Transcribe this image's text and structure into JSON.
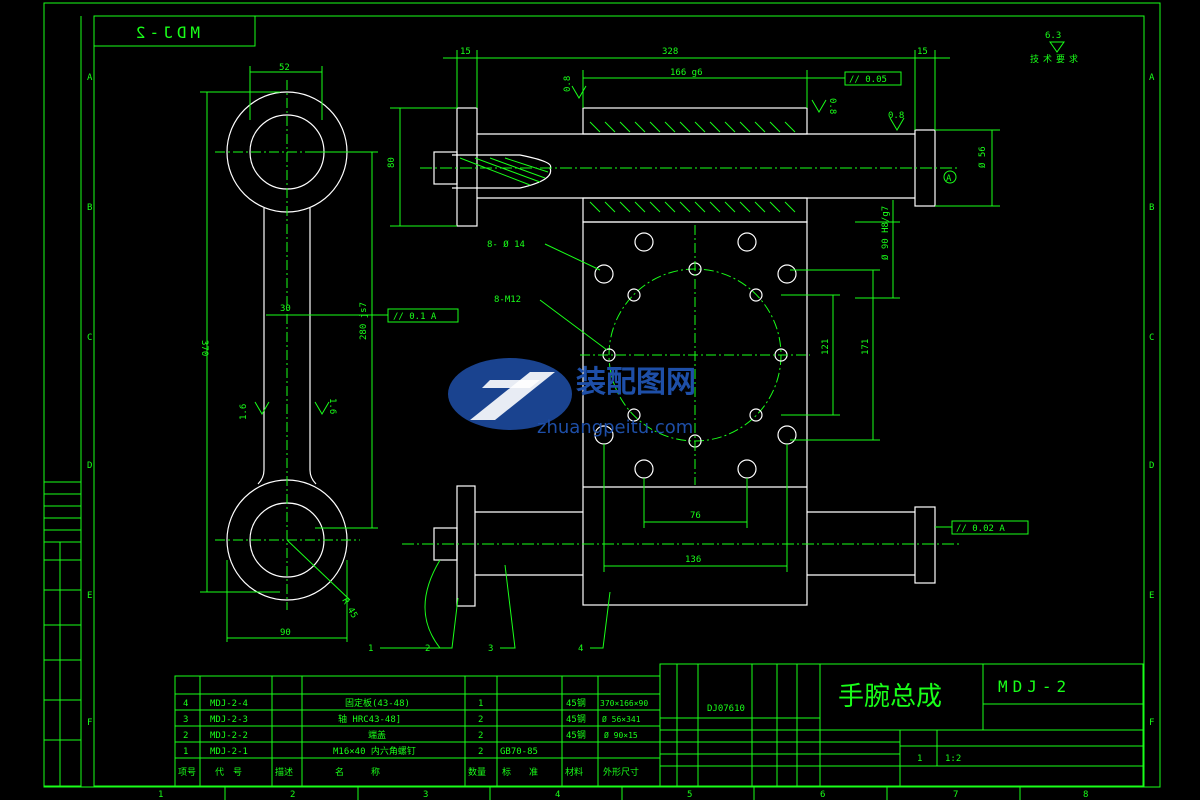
{
  "title_block": {
    "drawing_code_mirror": "MDJ-2",
    "drawing_title": "手腕总成",
    "drawing_code": "MDJ-2",
    "sub_code": "DJ07610",
    "scale": "1:2",
    "qty": "1",
    "tech_req": "技术要求",
    "roughness_note": "6.3"
  },
  "watermark": {
    "logo": "装配图网",
    "url": "zhuangpeitu.com"
  },
  "zone_letters": [
    "A",
    "B",
    "C",
    "D",
    "E",
    "F"
  ],
  "zone_numbers": [
    "1",
    "2",
    "3",
    "4",
    "5",
    "6",
    "7",
    "8"
  ],
  "bom": {
    "headers": [
      "项号",
      "代　号",
      "描述",
      "名　　　称",
      "数量",
      "标　　准",
      "材料",
      "外形尺寸"
    ],
    "rows": [
      {
        "no": "4",
        "code": "MDJ-2-4",
        "name": "固定板(43-48)",
        "qty": "1",
        "std": "",
        "mat": "45钢",
        "size": "370×166×90"
      },
      {
        "no": "3",
        "code": "MDJ-2-3",
        "name": "轴 HRC43-48]",
        "qty": "2",
        "std": "",
        "mat": "45钢",
        "size": "Ø 56×341"
      },
      {
        "no": "2",
        "code": "MDJ-2-2",
        "name": "端盖",
        "qty": "2",
        "std": "",
        "mat": "45钢",
        "size": "Ø 90×15"
      },
      {
        "no": "1",
        "code": "MDJ-2-1",
        "name": "M16×40  内六角螺钉",
        "qty": "2",
        "std": "GB70-85",
        "mat": "",
        "size": ""
      }
    ]
  },
  "dims": {
    "d52": "52",
    "d370": "370",
    "d30": "30",
    "d280": "280 js7",
    "d90": "90",
    "r45": "R 45",
    "r16a": "1.6",
    "r16b": "1.6",
    "tol01": "// 0.1 A",
    "d15a": "15",
    "d328": "328",
    "d15b": "15",
    "d166": "166 g6",
    "tol005": "// 0.05",
    "d08a": "0.8",
    "d08b": "0.8",
    "d08c": "0.8",
    "d80": "80",
    "d56": "Ø 56",
    "holes": "8- Ø 14",
    "m12": "8-M12",
    "d90h8": "Ø 90 H8/g7",
    "d121": "121",
    "d171": "171",
    "d76": "76",
    "d136": "136",
    "tol002": "// 0.02 A",
    "datum": "A"
  },
  "balloons": [
    "1",
    "2",
    "3",
    "4"
  ]
}
